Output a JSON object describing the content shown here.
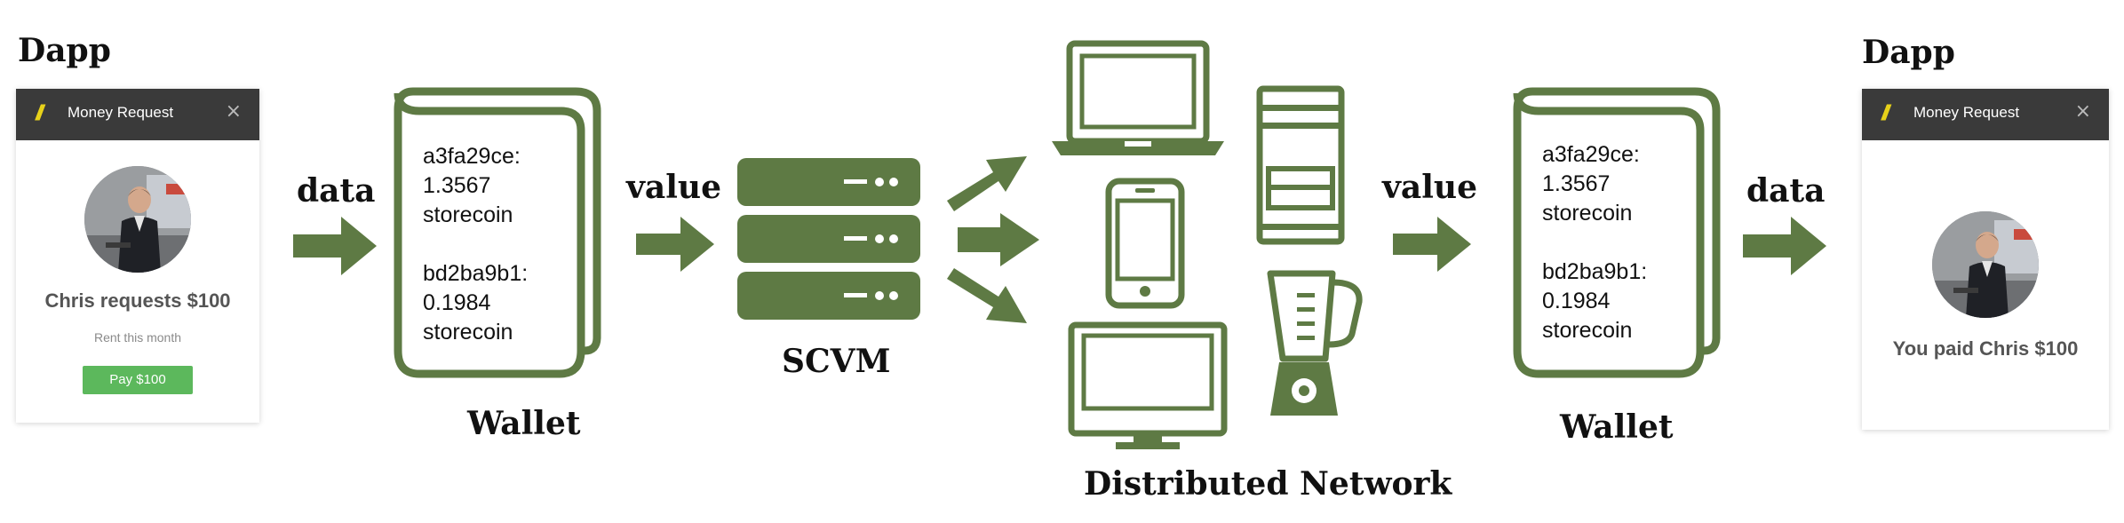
{
  "colors": {
    "accent_green": "#5e7a44",
    "header_dark": "#3a3a3a",
    "pay_button": "#5cb85c",
    "logo_yellow": "#e8d21a"
  },
  "dapp_left": {
    "label": "Dapp",
    "header_logo": "//",
    "header_title": "Money Request",
    "close_glyph": "×",
    "main_text": "Chris requests $100",
    "sub_text": "Rent this month",
    "button_label": "Pay $100"
  },
  "dapp_right": {
    "label": "Dapp",
    "header_logo": "//",
    "header_title": "Money Request",
    "close_glyph": "×",
    "main_text": "You paid Chris $100"
  },
  "flow_labels": {
    "data_in": "data",
    "value_to_scvm": "value",
    "value_from_network": "value",
    "data_out": "data"
  },
  "wallet_left": {
    "label": "Wallet",
    "entries": [
      {
        "address": "a3fa29ce:",
        "amount": "1.3567",
        "unit": "storecoin"
      },
      {
        "address": "bd2ba9b1:",
        "amount": "0.1984",
        "unit": "storecoin"
      }
    ]
  },
  "wallet_right": {
    "label": "Wallet",
    "entries": [
      {
        "address": "a3fa29ce:",
        "amount": "1.3567",
        "unit": "storecoin"
      },
      {
        "address": "bd2ba9b1:",
        "amount": "0.1984",
        "unit": "storecoin"
      }
    ]
  },
  "scvm": {
    "label": "SCVM",
    "icon": "server-stack-icon"
  },
  "network": {
    "label": "Distributed Network",
    "devices": [
      "laptop-icon",
      "tower-pc-icon",
      "smartphone-icon",
      "blender-icon",
      "desktop-monitor-icon"
    ]
  }
}
